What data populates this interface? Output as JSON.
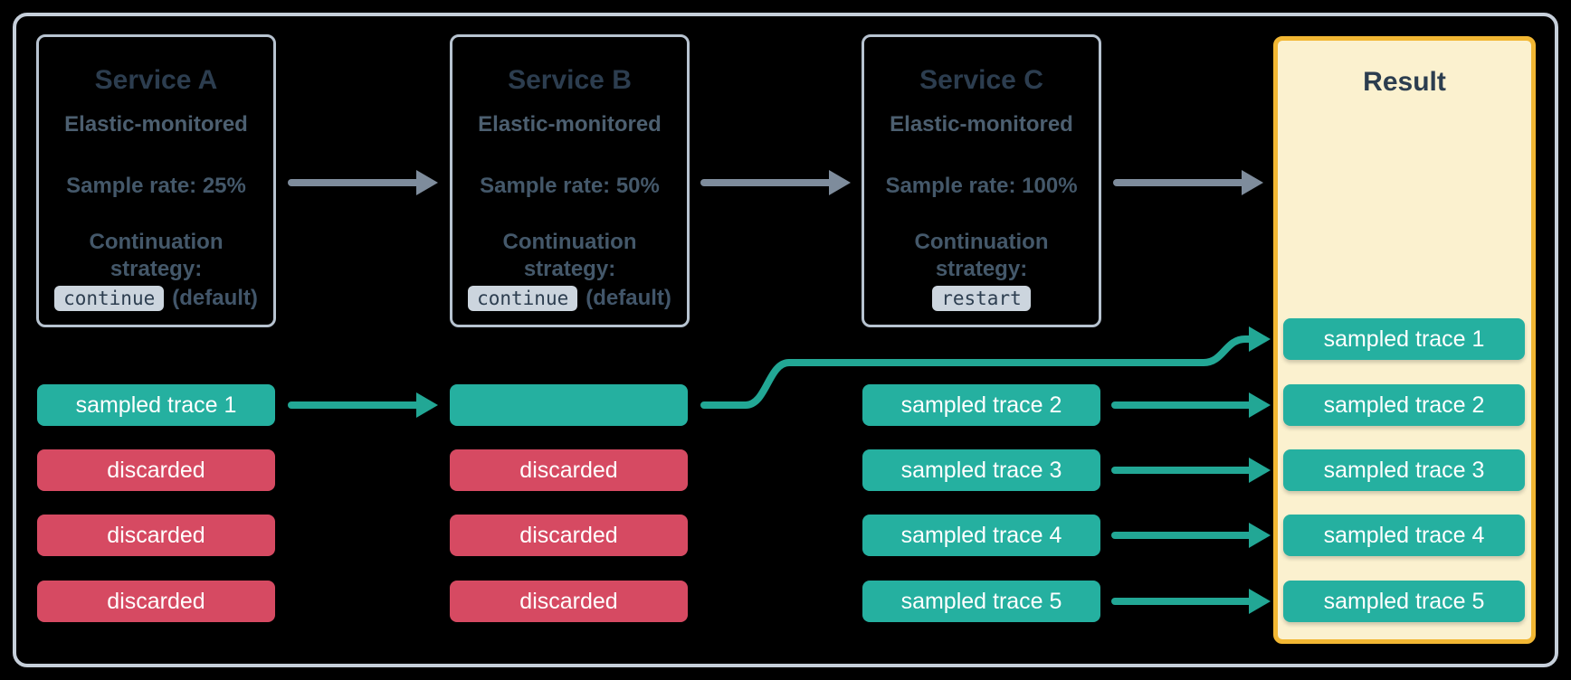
{
  "services": [
    {
      "title": "Service A",
      "monitor": "Elastic-monitored",
      "sample_rate": "Sample rate: 25%",
      "strategy_label": "Continuation strategy:",
      "strategy_value": "continue",
      "strategy_suffix": "(default)"
    },
    {
      "title": "Service B",
      "monitor": "Elastic-monitored",
      "sample_rate": "Sample rate: 50%",
      "strategy_label": "Continuation strategy:",
      "strategy_value": "continue",
      "strategy_suffix": "(default)"
    },
    {
      "title": "Service C",
      "monitor": "Elastic-monitored",
      "sample_rate": "Sample rate: 100%",
      "strategy_label": "Continuation strategy:",
      "strategy_value": "restart",
      "strategy_suffix": ""
    }
  ],
  "traces": {
    "service_a": [
      {
        "label": "sampled trace 1",
        "status": "sampled"
      },
      {
        "label": "discarded",
        "status": "discarded"
      },
      {
        "label": "discarded",
        "status": "discarded"
      },
      {
        "label": "discarded",
        "status": "discarded"
      }
    ],
    "service_b": [
      {
        "label": "",
        "status": "sampled"
      },
      {
        "label": "discarded",
        "status": "discarded"
      },
      {
        "label": "discarded",
        "status": "discarded"
      },
      {
        "label": "discarded",
        "status": "discarded"
      }
    ],
    "service_c": [
      {
        "label": "sampled trace 2",
        "status": "sampled"
      },
      {
        "label": "sampled trace 3",
        "status": "sampled"
      },
      {
        "label": "sampled trace 4",
        "status": "sampled"
      },
      {
        "label": "sampled trace 5",
        "status": "sampled"
      }
    ]
  },
  "result": {
    "title": "Result",
    "pills": [
      "sampled trace 1",
      "sampled trace 2",
      "sampled trace 3",
      "sampled trace 4",
      "sampled trace 5"
    ]
  },
  "colors": {
    "background": "#000000",
    "frame_border": "#c6cfda",
    "service_box_border": "#b7c3d0",
    "title_text": "#2c3d4f",
    "body_text": "#44586a",
    "chip_background": "#ccd5de",
    "sampled_teal": "#25b0a0",
    "discarded_red": "#d64a62",
    "arrow_gray": "#7e8c9c",
    "arrow_teal": "#22a795",
    "result_border_yellow": "#f2b733",
    "result_background_cream": "#fbf1cf",
    "pill_text": "#ffffff"
  }
}
